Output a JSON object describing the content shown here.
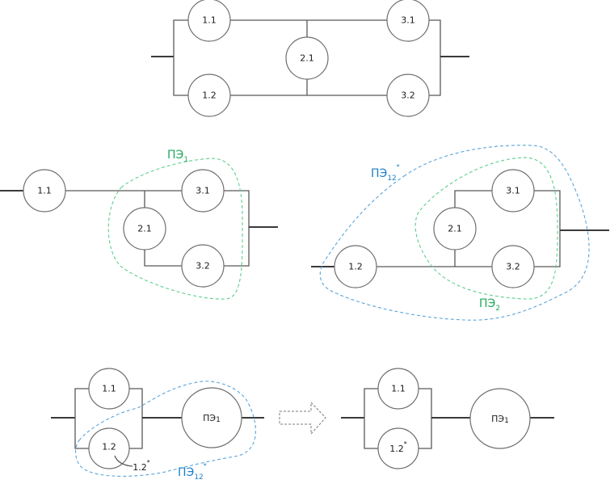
{
  "diagram": {
    "top": {
      "nodes": {
        "n11": "1.1",
        "n12": "1.2",
        "n21": "2.1",
        "n31": "3.1",
        "n32": "3.2"
      }
    },
    "middle_left": {
      "nodes": {
        "n11": "1.1",
        "n21": "2.1",
        "n31": "3.1",
        "n32": "3.2"
      },
      "group_label": {
        "base": "ПЭ",
        "sub": "1"
      }
    },
    "middle_right": {
      "nodes": {
        "n12": "1.2",
        "n21": "2.1",
        "n31": "3.1",
        "n32": "3.2"
      },
      "inner_group_label": {
        "base": "ПЭ",
        "sub": "2"
      },
      "outer_group_label": {
        "base": "ПЭ",
        "sub": "12",
        "sup": "*"
      }
    },
    "bottom_left": {
      "nodes": {
        "n11": "1.1",
        "n12": "1.2",
        "pe1_base": "ПЭ",
        "pe1_sub": "1"
      },
      "callout": {
        "base": "1.2",
        "sup": "*"
      },
      "group_label": {
        "base": "ПЭ",
        "sub": "12",
        "sup": "*"
      }
    },
    "transform_arrow": "dashed-right-arrow",
    "bottom_right": {
      "nodes": {
        "n11": "1.1",
        "n12_base": "1.2",
        "n12_sup": "*",
        "pe1_base": "ПЭ",
        "pe1_sub": "1"
      }
    },
    "colors": {
      "green": "#1fa85a",
      "blue": "#1a7fc8",
      "wire": "#595959"
    }
  }
}
